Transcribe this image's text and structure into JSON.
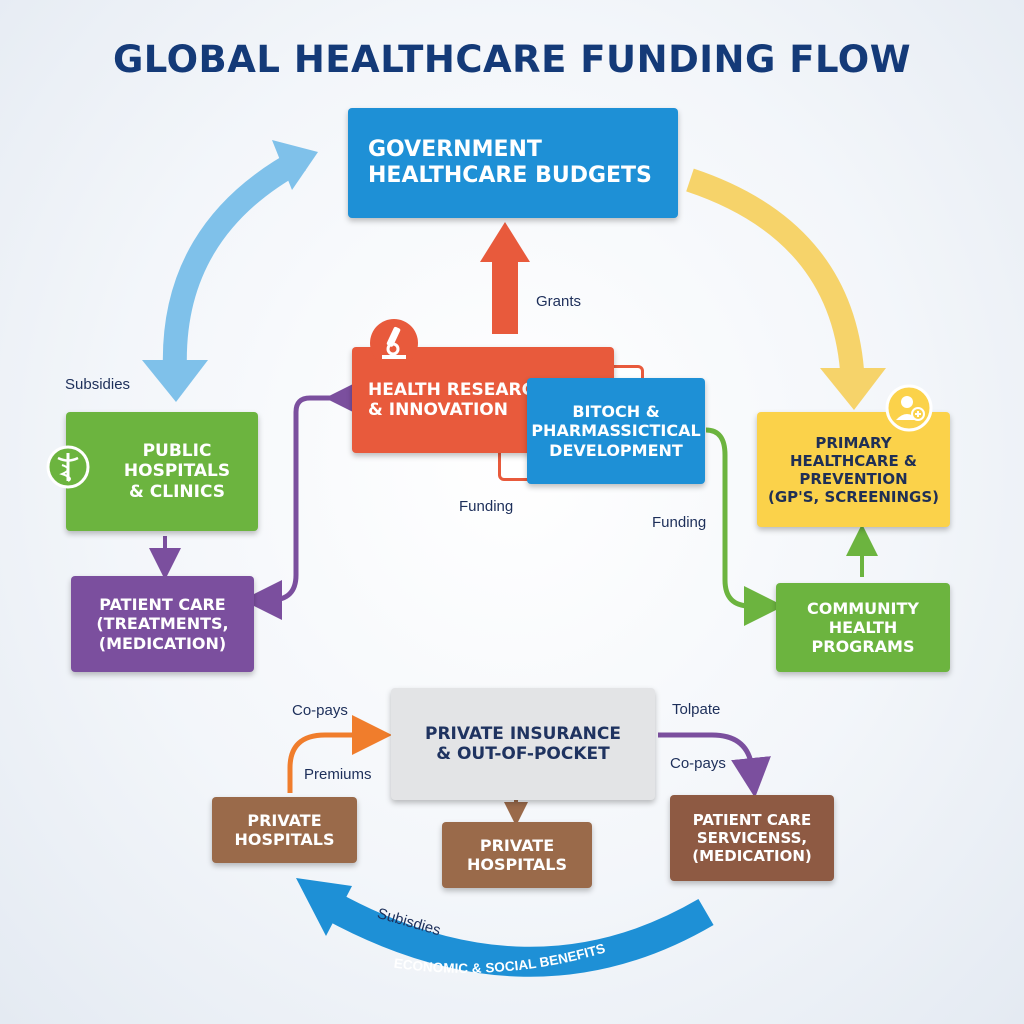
{
  "title": "GLOBAL HEALTHCARE FUNDING FLOW",
  "nodes": {
    "government": "Government\nHealthcare Budgets",
    "research": "Health Research\n& Innovation",
    "biotech": "Bitoch &\nPharmaßictical\nDevelopment",
    "public_hospitals": "Public\nHospitals\n& Clinics",
    "patient_care_public": "Patient Care\n(Treatments,\n(Medication)",
    "primary_care": "Primary\nHealthcare &\nPrevention\n(GP'S, Screenings)",
    "community": "Community\nHealth\nPrograms",
    "private_insurance": "Private Insurance\n& Out-of-Pocket",
    "private_hospitals_left": "Private\nHospitals",
    "private_hospitals_center": "Private\nHospitals",
    "patient_care_private": "Patient Care\nServicenss,\n(Medication)"
  },
  "labels": {
    "grants": "Grants",
    "subsidies_left": "Subsidies",
    "funding_center": "Funding",
    "funding_right": "Funding",
    "copays_left": "Co-pays",
    "premiums": "Premiums",
    "tolpate": "Tolpate",
    "copays_right": "Co-pays",
    "subsidies_bottom": "Subisdies",
    "benefits": "ECONOMIC & SOCIAL BENEFITS"
  },
  "colors": {
    "blue": "#1e90d6",
    "red": "#e85a3c",
    "green": "#6cb43f",
    "purple": "#7b4f9e",
    "yellow": "#fbd24a",
    "gray": "#e3e4e6",
    "brown": "#9a6a4a",
    "light_blue_arrow": "#7fc1ea",
    "yellow_arrow": "#f6d36a",
    "orange_arrow": "#f07d2c",
    "title": "#143a78"
  },
  "icons": [
    "microscope-icon",
    "caduceus-icon",
    "doctor-icon"
  ]
}
